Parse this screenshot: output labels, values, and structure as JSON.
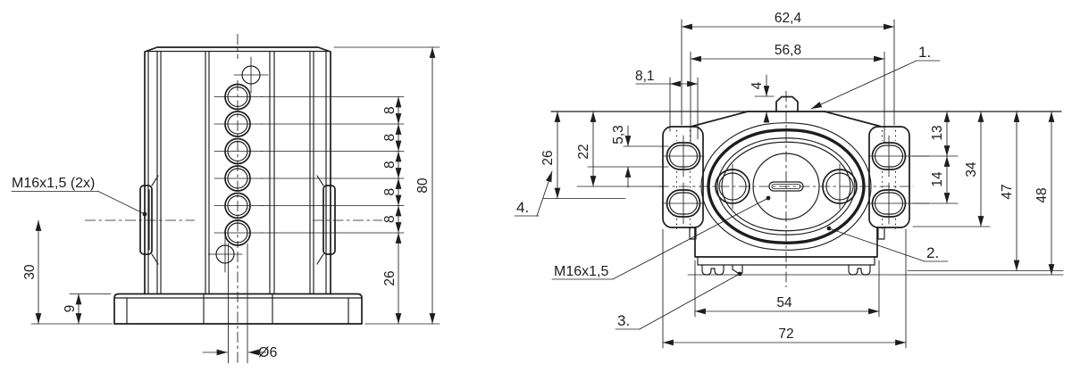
{
  "drawing": {
    "type": "technical-drawing-2-views",
    "colors": {
      "line": "#1d1d1d",
      "background": "#ffffff"
    },
    "views": {
      "front": {
        "thread_label": "M16x1,5 (2x)",
        "dim_30": "30",
        "dim_9": "9",
        "dim_80": "80",
        "dim_26": "26",
        "dim_dia6": "Ø6",
        "pitch_dims": [
          "8",
          "8",
          "8",
          "8",
          "8"
        ]
      },
      "top": {
        "thread_label": "M16x1,5",
        "dim_62_4": "62,4",
        "dim_56_8": "56,8",
        "dim_8_1": "8,1",
        "dim_4": "4",
        "dim_5_3": "5,3",
        "dim_22": "22",
        "dim_26": "26",
        "dim_13": "13",
        "dim_14": "14",
        "dim_34": "34",
        "dim_47": "47",
        "dim_48": "48",
        "dim_54": "54",
        "dim_72": "72",
        "callout_1": "1.",
        "callout_2": "2.",
        "callout_3": "3.",
        "callout_4": "4."
      }
    }
  }
}
